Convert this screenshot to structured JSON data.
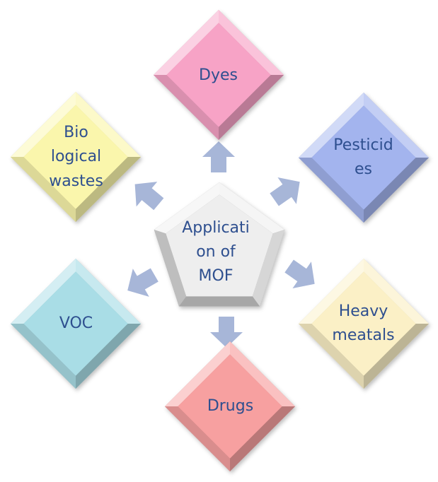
{
  "center": {
    "lines": [
      "Applicati",
      "on of",
      "MOF"
    ],
    "color": "#eeeeee"
  },
  "nodes": [
    {
      "id": "dyes",
      "lines": [
        "Dyes"
      ],
      "color": "#f7a3c6"
    },
    {
      "id": "pesticides",
      "lines": [
        "Pesticid",
        "es"
      ],
      "color": "#a3b4ee"
    },
    {
      "id": "heavy-metals",
      "lines": [
        "Heavy",
        "meatals"
      ],
      "color": "#fbf0c6"
    },
    {
      "id": "drugs",
      "lines": [
        "Drugs"
      ],
      "color": "#f7a0a0"
    },
    {
      "id": "voc",
      "lines": [
        "VOC"
      ],
      "color": "#a9dde6"
    },
    {
      "id": "biological-wastes",
      "lines": [
        "Bio",
        "logical",
        "wastes"
      ],
      "color": "#faf6ac"
    }
  ],
  "colors": {
    "text": "#2e4f8f",
    "arrow": "#9daed4"
  }
}
